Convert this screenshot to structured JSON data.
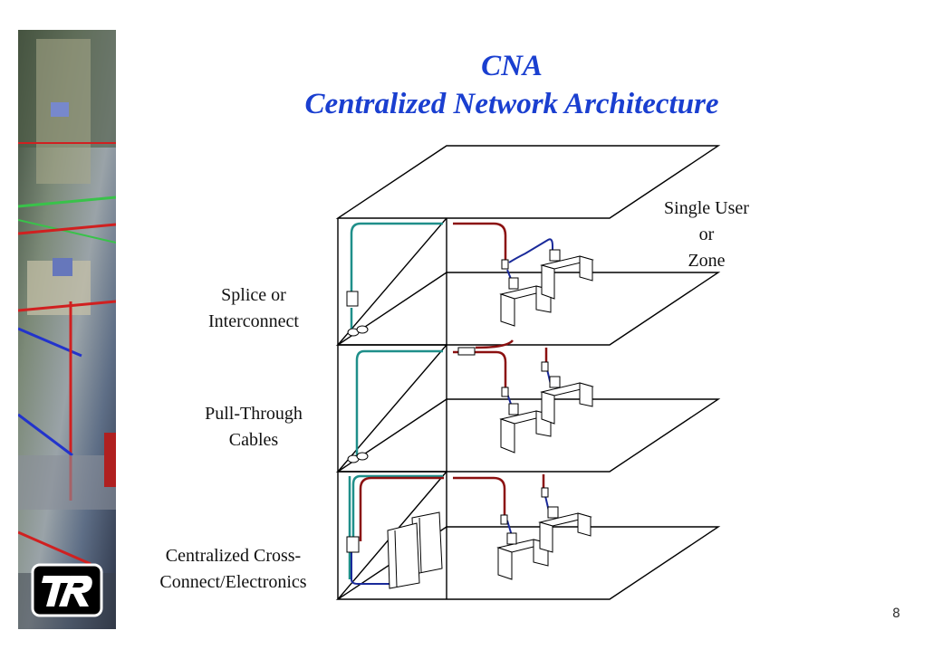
{
  "title": {
    "line1": "CNA",
    "line2": "Centralized Network Architecture"
  },
  "labels": {
    "splice_line1": "Splice or",
    "splice_line2": "Interconnect",
    "pull_line1": "Pull-Through",
    "pull_line2": "Cables",
    "central_line1": "Centralized Cross-",
    "central_line2": "Connect/Electronics",
    "single_line1": "Single User",
    "single_line2": "or",
    "single_line3": "Zone"
  },
  "page_number": "8",
  "colors": {
    "title": "#1a3fd0",
    "teal_cable": "#1f8f8a",
    "red_cable": "#8b1010",
    "blue_cable": "#1a2a9a",
    "line": "#000000"
  },
  "icons": {
    "logo": "tr-logo-icon",
    "banner": "office-photo-banner"
  }
}
